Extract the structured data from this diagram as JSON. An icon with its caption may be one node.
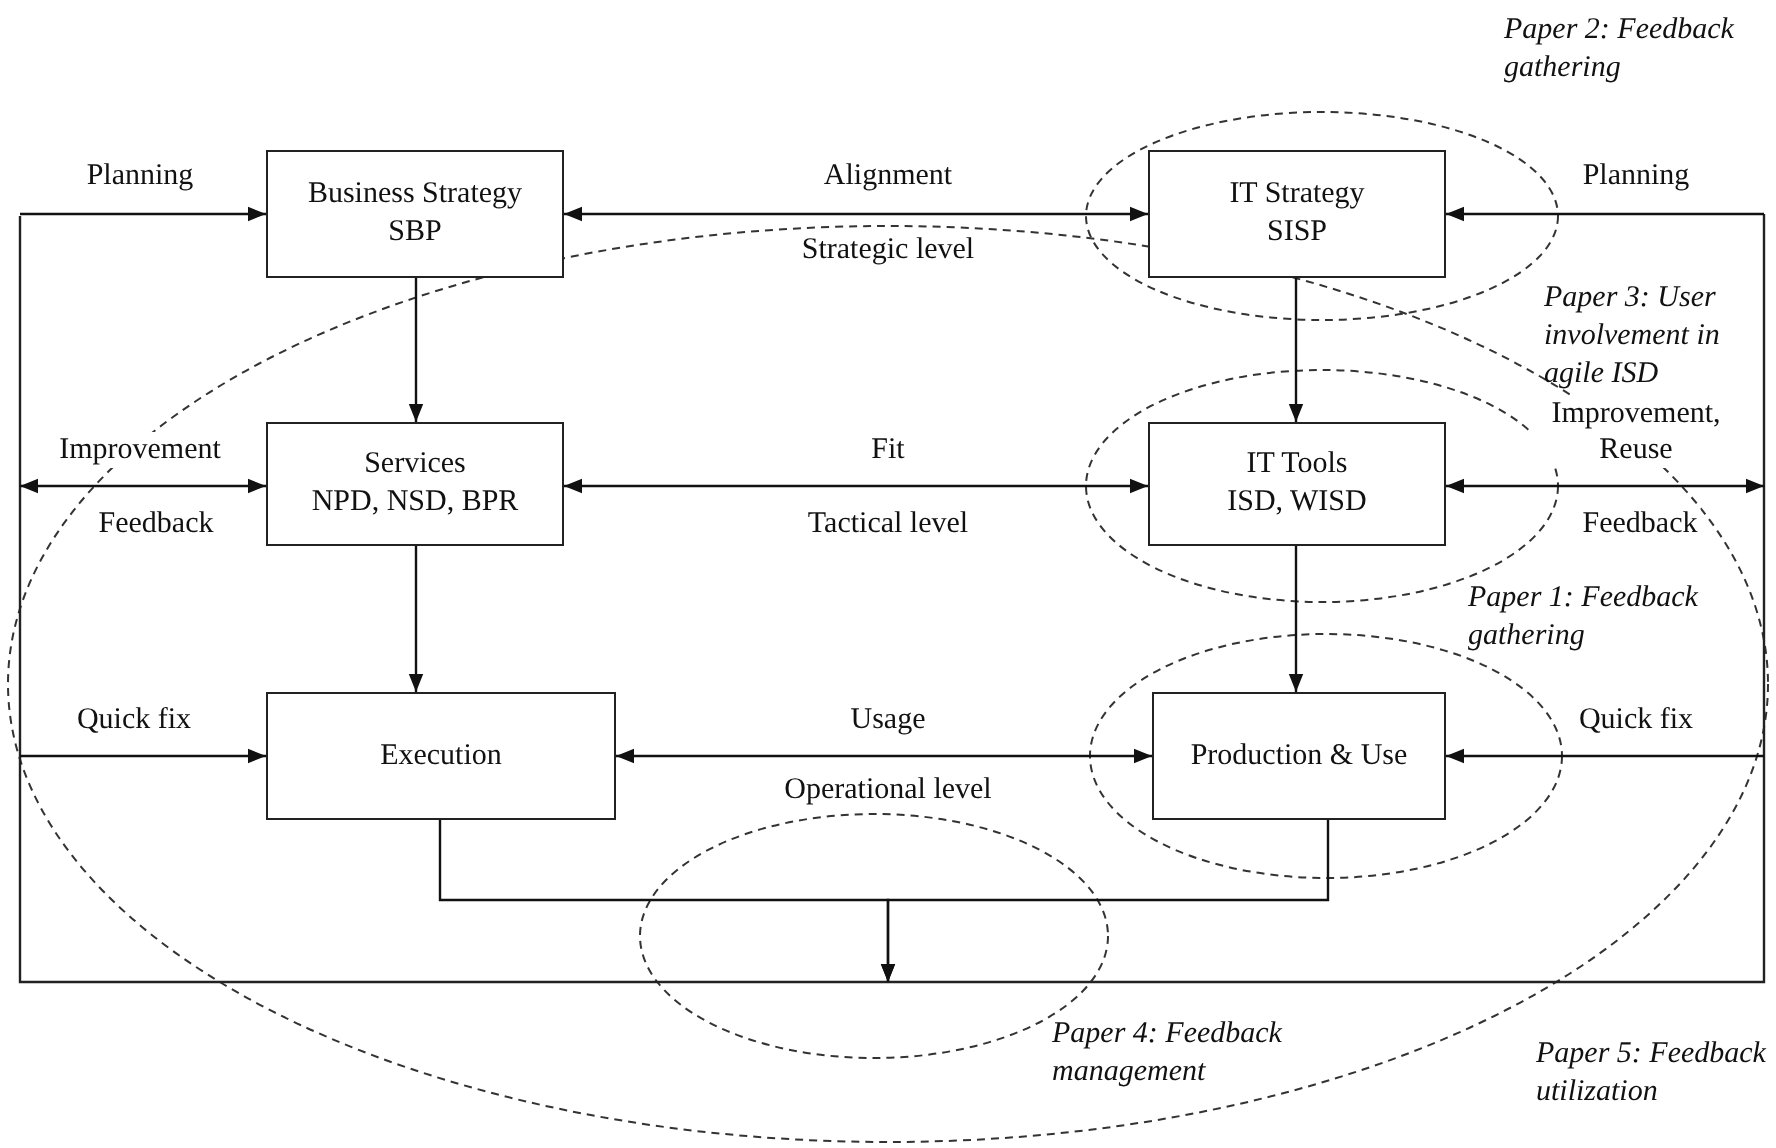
{
  "diagram": {
    "nodes": [
      {
        "text": [
          "Business Strategy",
          "SBP"
        ]
      },
      {
        "text": [
          "IT Strategy",
          "SISP"
        ]
      },
      {
        "text": [
          "Services",
          "NPD, NSD, BPR"
        ]
      },
      {
        "text": [
          "IT Tools",
          "ISD, WISD"
        ]
      },
      {
        "text": [
          "Execution"
        ]
      },
      {
        "text": [
          "Production & Use"
        ]
      }
    ],
    "edges": [
      {
        "from": null,
        "to": 0,
        "arrow": "to",
        "label": "Planning"
      },
      {
        "from": 0,
        "to": 1,
        "arrow": "both",
        "label": "Alignment"
      },
      {
        "from": null,
        "to": 1,
        "arrow": "to",
        "label": "Planning"
      },
      {
        "from": 0,
        "to": 2,
        "arrow": "to"
      },
      {
        "from": 1,
        "to": 3,
        "arrow": "to"
      },
      {
        "from": null,
        "to": 2,
        "arrow": "both",
        "label": "Improvement"
      },
      {
        "from": 2,
        "to": 3,
        "arrow": "both",
        "label": "Fit"
      },
      {
        "from": null,
        "to": 3,
        "arrow": "both",
        "label": "Improvement, Reuse"
      },
      {
        "from": 2,
        "to": 4,
        "arrow": "to"
      },
      {
        "from": 3,
        "to": 5,
        "arrow": "to"
      },
      {
        "from": null,
        "to": 4,
        "arrow": "to",
        "label": "Quick fix"
      },
      {
        "from": 4,
        "to": 5,
        "arrow": "both",
        "label": "Usage"
      },
      {
        "from": null,
        "to": 5,
        "arrow": "to",
        "label": "Quick fix"
      },
      {
        "from": 4,
        "to": null,
        "arrow": "to"
      },
      {
        "from": 5,
        "to": null,
        "arrow": "to"
      }
    ],
    "labels": [
      "Paper 2: Feedback gathering",
      "Strategic level",
      "Paper 3: User involvement in agile ISD",
      "Feedback",
      "Tactical level",
      "Feedback",
      "Paper 1: Feedback gathering",
      "Operational level",
      "Paper 4: Feedback management",
      "Paper 5: Feedback utilization"
    ]
  }
}
